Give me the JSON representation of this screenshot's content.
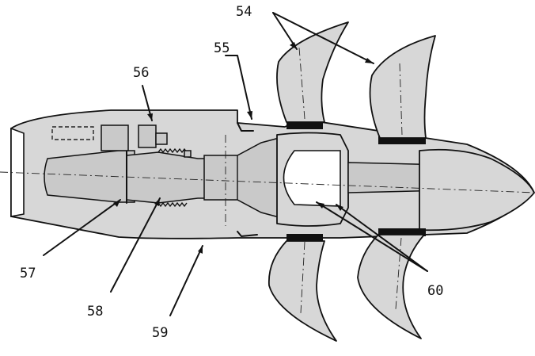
{
  "figure": {
    "labels": {
      "l54": "54",
      "l55": "55",
      "l56": "56",
      "l57": "57",
      "l58": "58",
      "l59": "59",
      "l60": "60"
    }
  }
}
